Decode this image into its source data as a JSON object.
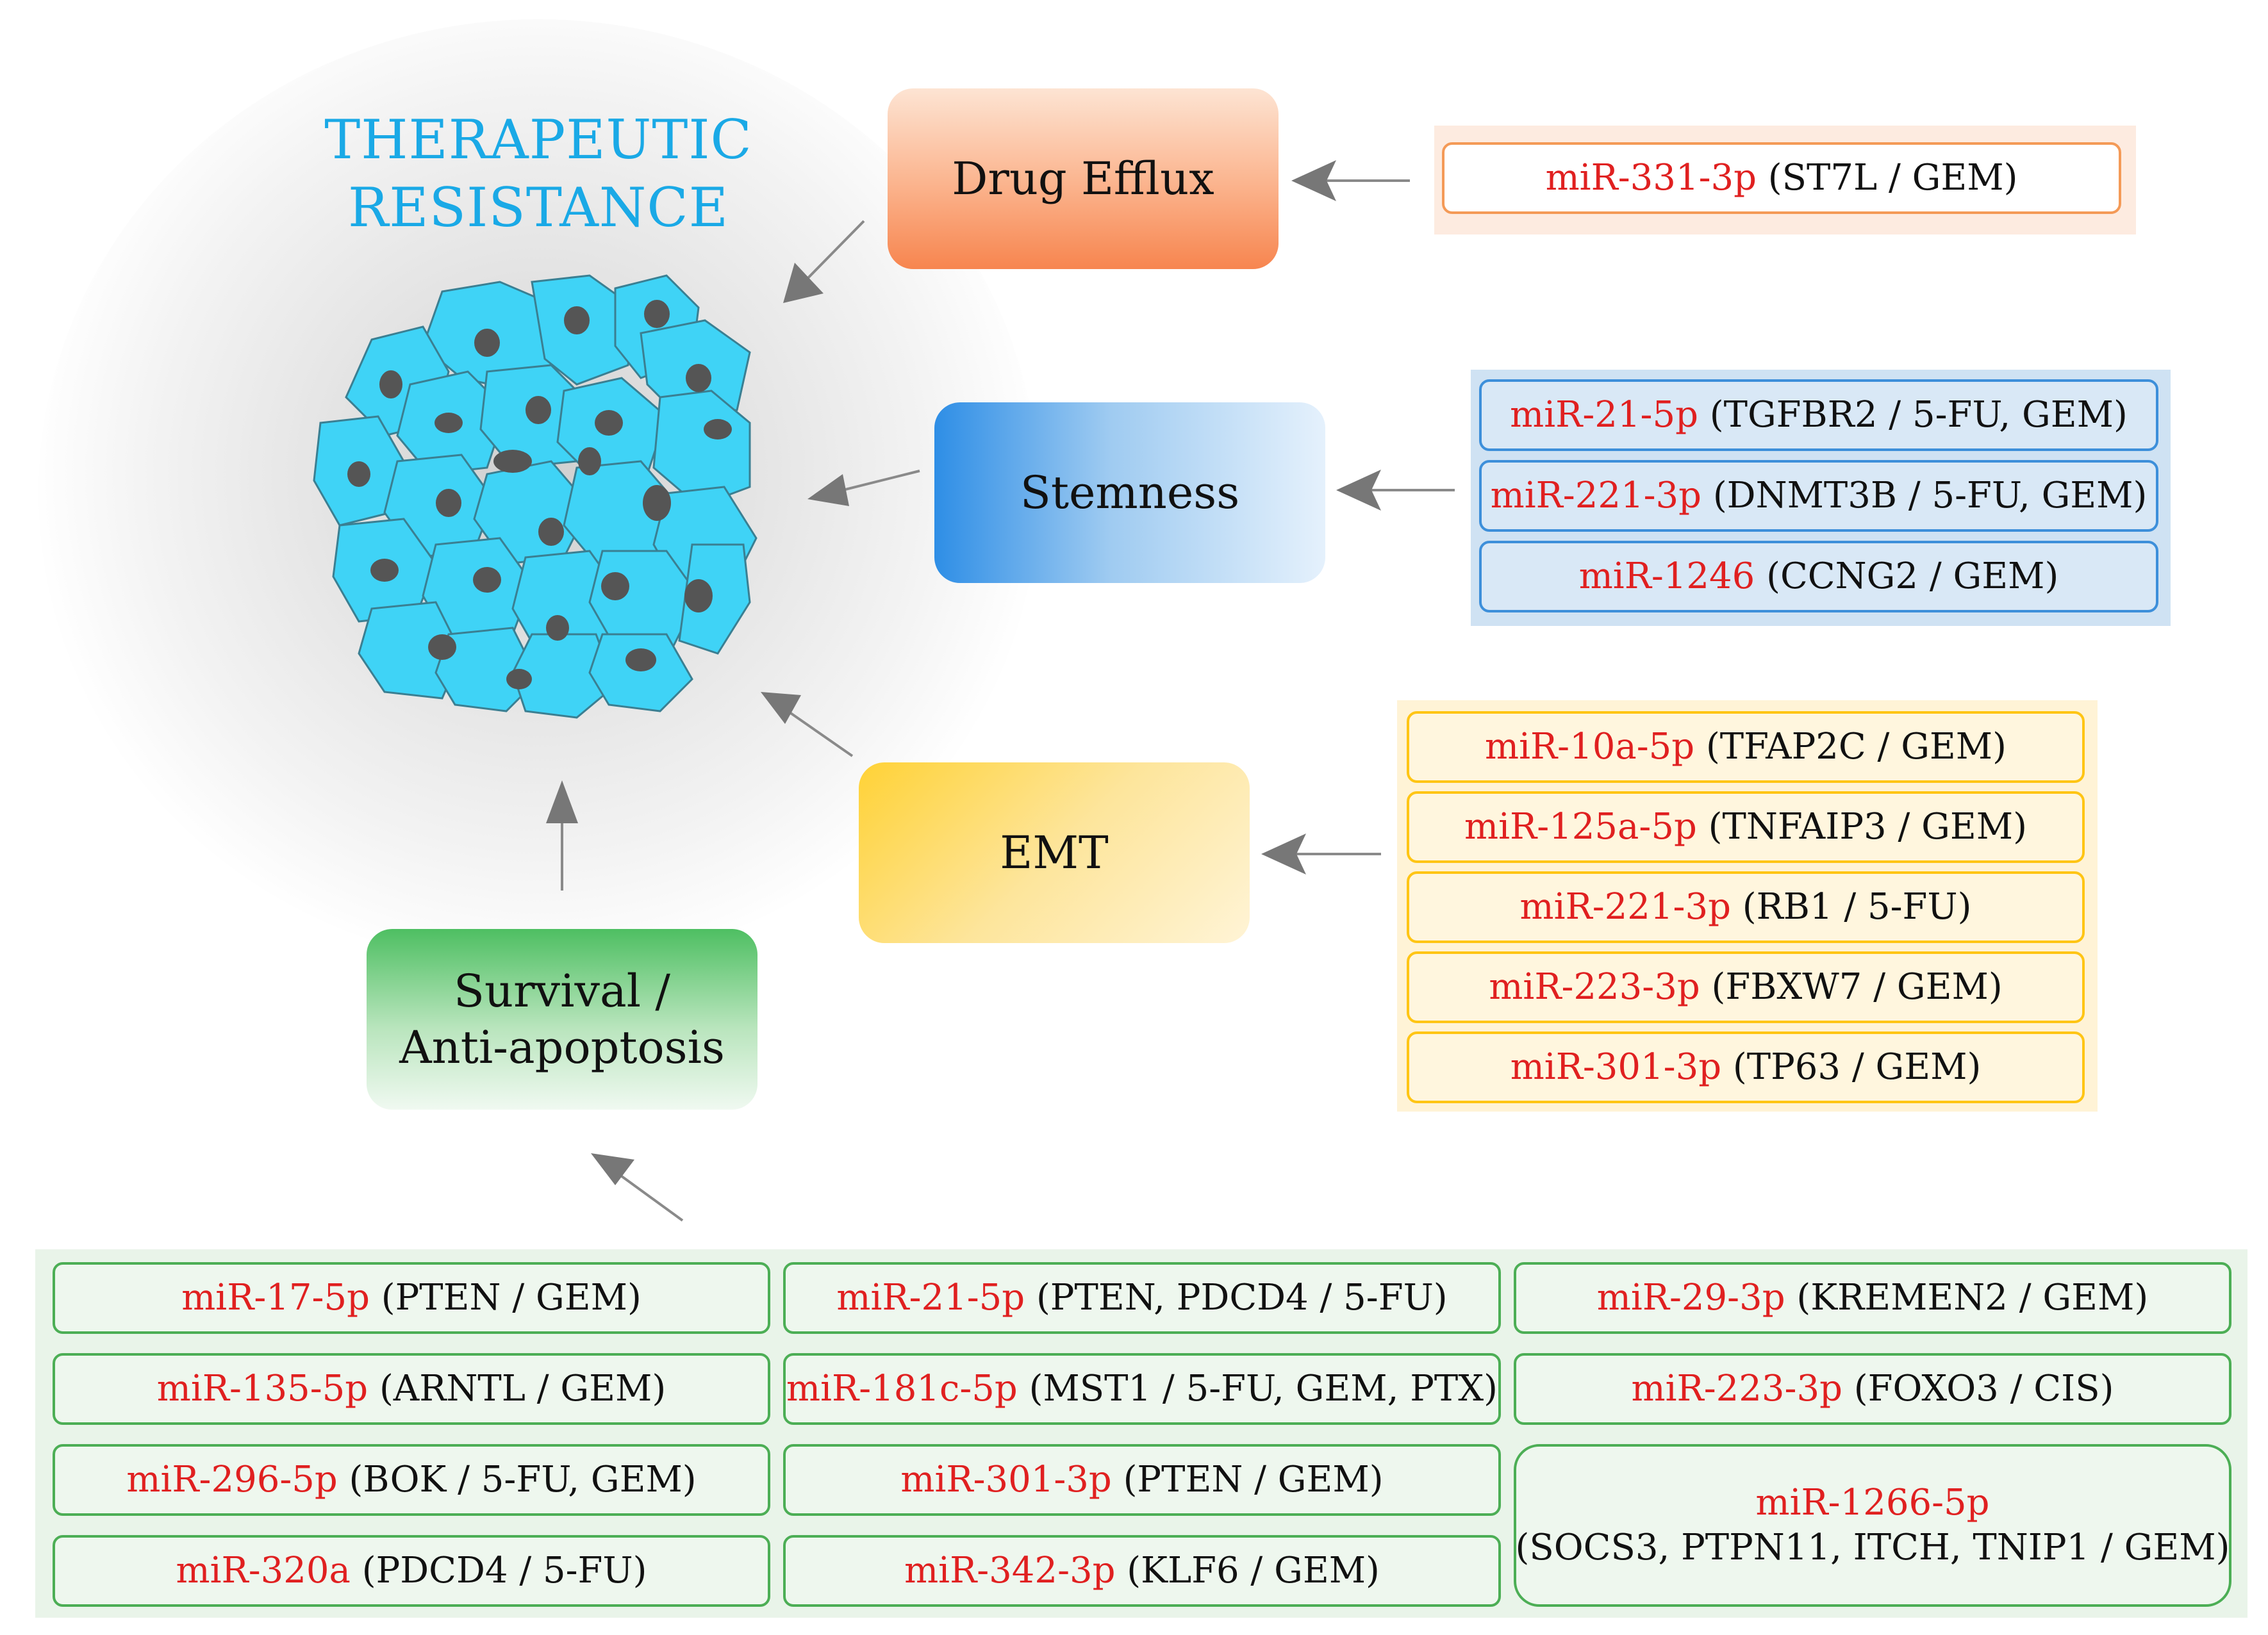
{
  "title": {
    "line1": "THERAPEUTIC",
    "line2": "RESISTANCE"
  },
  "mechanisms": {
    "drug_efflux": {
      "label": "Drug Efflux"
    },
    "stemness": {
      "label": "Stemness"
    },
    "emt": {
      "label": "EMT"
    },
    "survival": {
      "line1": "Survival /",
      "line2": "Anti-apoptosis"
    }
  },
  "drug_efflux_mirnas": [
    {
      "mir": "miR-331-3p",
      "detail": " (ST7L / GEM)"
    }
  ],
  "stemness_mirnas": [
    {
      "mir": "miR-21-5p",
      "detail": " (TGFBR2 / 5-FU, GEM)"
    },
    {
      "mir": "miR-221-3p",
      "detail": " (DNMT3B / 5-FU, GEM)"
    },
    {
      "mir": "miR-1246",
      "detail": " (CCNG2 / GEM)"
    }
  ],
  "emt_mirnas": [
    {
      "mir": "miR-10a-5p",
      "detail": " (TFAP2C / GEM)"
    },
    {
      "mir": "miR-125a-5p",
      "detail": " (TNFAIP3 / GEM)"
    },
    {
      "mir": "miR-221-3p",
      "detail": " (RB1 / 5-FU)"
    },
    {
      "mir": "miR-223-3p",
      "detail": " (FBXW7 / GEM)"
    },
    {
      "mir": "miR-301-3p",
      "detail": " (TP63 / GEM)"
    }
  ],
  "survival_mirnas": {
    "col1": [
      {
        "mir": "miR-17-5p",
        "detail": " (PTEN / GEM)"
      },
      {
        "mir": "miR-135-5p",
        "detail": " (ARNTL / GEM)"
      },
      {
        "mir": "miR-296-5p",
        "detail": " (BOK / 5-FU, GEM)"
      },
      {
        "mir": "miR-320a",
        "detail": " (PDCD4 / 5-FU)"
      }
    ],
    "col2": [
      {
        "mir": "miR-21-5p",
        "detail": " (PTEN, PDCD4 / 5-FU)"
      },
      {
        "mir": "miR-181c-5p",
        "detail": " (MST1 / 5-FU, GEM, PTX)"
      },
      {
        "mir": "miR-301-3p",
        "detail": " (PTEN / GEM)"
      },
      {
        "mir": "miR-342-3p",
        "detail": " (KLF6 / GEM)"
      }
    ],
    "col3": [
      {
        "mir": "miR-29-3p",
        "detail": " (KREMEN2 / GEM)"
      },
      {
        "mir": "miR-223-3p",
        "detail": " (FOXO3 / CIS)"
      }
    ],
    "col3_tall": {
      "mir": "miR-1266-5p",
      "detail": "(SOCS3, PTPN11, ITCH, TNIP1 / GEM)"
    }
  },
  "colors": {
    "title": "#1aa9e6",
    "mirna_name": "#e02020",
    "cell_fill": "#3fd3f6",
    "nucleus": "#555555",
    "arrow": "#888888"
  }
}
